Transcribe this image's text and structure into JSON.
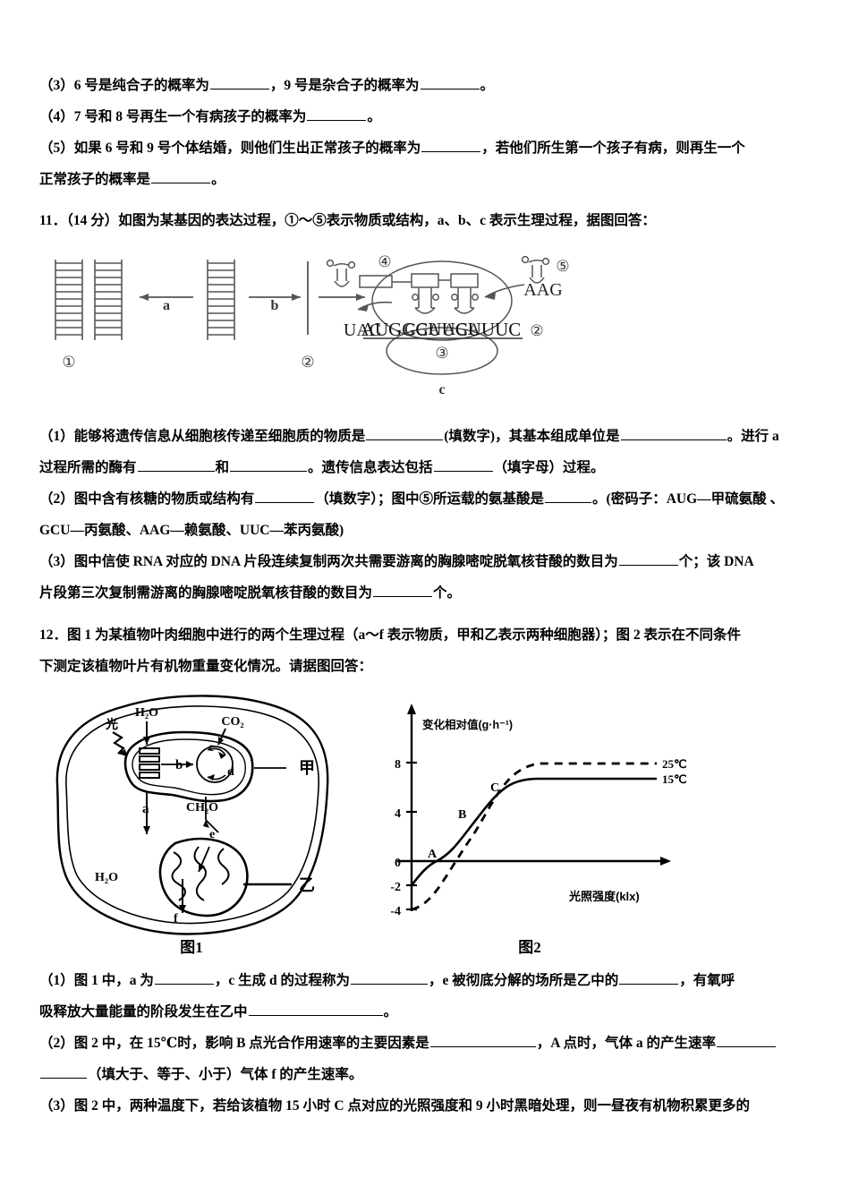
{
  "document": {
    "language": "zh-CN",
    "page_background": "#ffffff",
    "ink_color": "#000000"
  },
  "question10_tail": {
    "item3": {
      "prefix": "（3）6 号是纯合子的概率为",
      "mid": "，9 号是杂合子的概率为",
      "suffix": "。"
    },
    "item4": {
      "prefix": "（4）7 号和 8 号再生一个有病孩子的概率为",
      "suffix": "。"
    },
    "item5": {
      "prefix": "（5）如果 6 号和 9 号个体结婚，则他们生出正常孩子的概率为",
      "mid": "，若他们所生第一个孩子有病，则再生一个",
      "line2_prefix": "正常孩子的概率是",
      "suffix": "。"
    }
  },
  "question11": {
    "number": "11．",
    "score": "（14 分）",
    "stem": "如图为某基因的表达过程，①～⑤表示物质或结构，a、b、c 表示生理过程，据图回答：",
    "figure": {
      "name": "gene-expression-diagram",
      "dna_label_1": "①",
      "dna_label_2": "②",
      "process_a": "a",
      "process_b": "b",
      "process_c": "c",
      "polypeptide_label": "④",
      "trna_incoming_label": "⑤",
      "ribosome_label": "③",
      "mrna_sequence": "AUGGCUUCUUUC",
      "mrna_label": "②",
      "trna_leaving_anticodon": "UAC",
      "trna_anticodon_1": "CGA",
      "trna_anticodon_2": "AGA",
      "trna_incoming_anticodon": "AAG"
    },
    "item1": {
      "p1": "（1）能够将遗传信息从细胞核传递至细胞质的物质是",
      "p2": "(填数字)，其基本组成单位是",
      "p3": "。进行 a",
      "p4": "过程所需的酶有",
      "p5": "和",
      "p6": "。遗传信息表达包括",
      "p7": "（填字母）过程。"
    },
    "item2": {
      "p1": "（2）图中含有核糖的物质或结构有",
      "p2": "（填数字）；图中⑤所运载的氨基酸是",
      "p3": "。(密码子：AUG—甲硫氨酸 、",
      "p4": "GCU—丙氨酸、AAG—赖氨酸、UUC—苯丙氨酸)"
    },
    "item3": {
      "p1": "（3）图中信使 RNA 对应的 DNA 片段连续复制两次共需要游离的胸腺嘧啶脱氧核苷酸的数目为",
      "p2": "个；该 DNA",
      "p3": "片段第三次复制需游离的胸腺嘧啶脱氧核苷酸的数目为",
      "p4": "个。"
    }
  },
  "question12": {
    "number": "12．",
    "stem_line1": "图 1 为某植物叶肉细胞中进行的两个生理过程（a～f 表示物质，甲和乙表示两种细胞器）；图 2 表示在不同条件",
    "stem_line2": "下测定该植物叶片有机物重量变化情况。请据图回答：",
    "figure1": {
      "name": "leaf-cell-diagram",
      "caption": "图1",
      "light_label": "光",
      "water_top": "H₂O",
      "co2_label": "CO₂",
      "chloroplast_label": "甲",
      "mitochondrion_label": "乙",
      "water_left": "H₂O",
      "carbohydrate_label": "CH₂O",
      "substance_a": "a",
      "substance_b": "b",
      "substance_c": "c",
      "substance_d": "d",
      "substance_e": "e",
      "substance_f": "f"
    },
    "item1": {
      "p1": "（1）图 1 中，a 为",
      "p2": "，c 生成 d 的过程称为",
      "p3": "，e 被彻底分解的场所是乙中的",
      "p4": "，有氧呼",
      "p5": "吸释放大量能量的阶段发生在乙中",
      "p6": "。"
    },
    "item2": {
      "p1": "（2）图 2 中，在 15℃时，影响 B 点光合作用速率的主要因素是",
      "p2": "，A 点时，气体 a 的产生速率",
      "p3": "（填大于、等于、小于）气体 f 的产生速率。"
    },
    "item3": {
      "p1": "（3）图 2 中，两种温度下，若给该植物 15 小时 C 点对应的光照强度和 9 小时黑暗处理，则一昼夜有机物积累更多的"
    }
  },
  "chart_data": {
    "type": "line",
    "name": "photosynthesis-light-response-curve",
    "title": "图2",
    "ylabel": "变化相对值(g·h⁻¹)",
    "xlabel": "光照强度(klx)",
    "ylim": [
      -5,
      10
    ],
    "xlim": [
      0,
      14
    ],
    "yticks": [
      -4,
      -2,
      0,
      4,
      8
    ],
    "ytick_labels": [
      "-4",
      "-2",
      "0",
      "4",
      "8"
    ],
    "xticks": [],
    "grid": false,
    "legend_position": "right",
    "annotations": [
      {
        "label": "A",
        "x": 1.5,
        "y": 0
      },
      {
        "label": "B",
        "x": 3.4,
        "y": 3.3
      },
      {
        "label": "C",
        "x": 5.6,
        "y": 5.9
      }
    ],
    "series": [
      {
        "name": "15℃",
        "style": "solid",
        "color": "#000000",
        "x": [
          0,
          1.5,
          3.4,
          5.6,
          6.4,
          14
        ],
        "y": [
          -2,
          0,
          3.3,
          5.9,
          6.0,
          6.0
        ]
      },
      {
        "name": "25℃",
        "style": "dashed",
        "color": "#000000",
        "x": [
          0,
          1.0,
          2.6,
          4.2,
          5.6,
          6.8,
          7.6,
          14
        ],
        "y": [
          -4,
          -3.6,
          -0.6,
          3.0,
          5.9,
          7.6,
          8.0,
          8.0
        ]
      }
    ]
  }
}
